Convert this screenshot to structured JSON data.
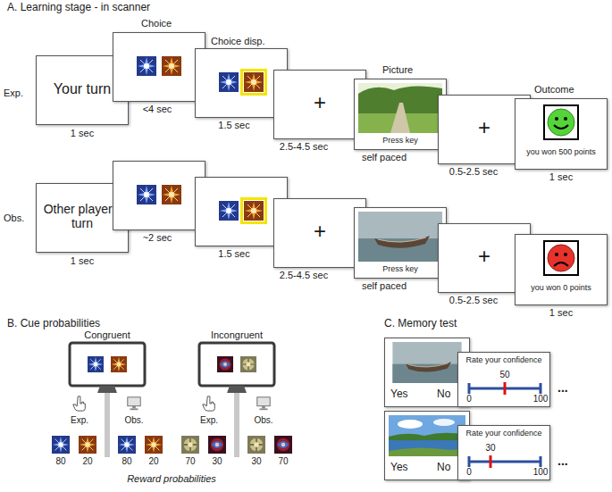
{
  "diagram": {
    "nodes": [
      {
        "text": [
          "Your turn"
        ]
      },
      {
        "text": [
          "+"
        ]
      },
      {
        "text": [
          "Press key"
        ]
      },
      {
        "text": [
          "+"
        ]
      },
      {
        "text": [
          "you won 500 points"
        ]
      },
      {
        "text": [
          "Other player's turn"
        ]
      },
      {
        "text": [
          "+"
        ]
      },
      {
        "text": [
          "Press key"
        ]
      },
      {
        "text": [
          "+"
        ]
      },
      {
        "text": [
          "you won 0 points"
        ]
      },
      {
        "text": [
          "Yes",
          "No"
        ]
      },
      {
        "text": [
          "Rate your confidence",
          "50",
          "0",
          "100"
        ]
      },
      {
        "text": [
          "Yes",
          "No"
        ]
      },
      {
        "text": [
          "Rate your confidence",
          "30",
          "0",
          "100"
        ]
      }
    ],
    "labels": [
      "A. Learning stage - in scanner",
      "Exp.",
      "Choice",
      "Choice disp.",
      "Picture",
      "Outcome",
      "1 sec",
      "<4 sec",
      "1.5 sec",
      "2.5-4.5 sec",
      "self paced",
      "0.5-2.5 sec",
      "1 sec",
      "Obs.",
      "1 sec",
      "~2 sec",
      "1.5 sec",
      "2.5-4.5 sec",
      "self paced",
      "0.5-2.5 sec",
      "1 sec",
      "B. Cue probabilities",
      "Congruent",
      "Incongruent",
      "Exp.",
      "Obs.",
      "Exp.",
      "Obs.",
      "80",
      "20",
      "80",
      "20",
      "70",
      "30",
      "30",
      "70",
      "Reward probabilities",
      "C. Memory test",
      "...",
      "..."
    ]
  }
}
